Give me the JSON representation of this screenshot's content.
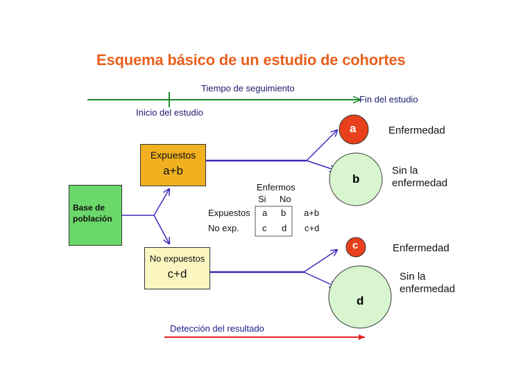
{
  "title": "Esquema básico de un estudio de cohortes",
  "timeline": {
    "label": "Tiempo de seguimiento",
    "start": "Inicio del estudio",
    "end": "Fin del estudio"
  },
  "exposed_box": {
    "title": "Expuestos",
    "count": "a+b"
  },
  "unexposed_box": {
    "title": "No expuestos",
    "count": "c+d"
  },
  "base_box": {
    "line1": "Base de",
    "line2": "población"
  },
  "table": {
    "header": "Enfermos",
    "col_yes": "Si",
    "col_no": "No",
    "row1_label": "Expuestos",
    "row1_a": "a",
    "row1_b": "b",
    "row1_total": "a+b",
    "row2_label": "No exp.",
    "row2_c": "c",
    "row2_d": "d",
    "row2_total": "c+d"
  },
  "circles": {
    "a": "a",
    "b": "b",
    "c": "c",
    "d": "d"
  },
  "outcomes": {
    "disease": "Enfermedad",
    "no_disease_line1": "Sin la",
    "no_disease_line2": "enfermedad"
  },
  "result_detection": "Detección del resultado",
  "colors": {
    "title": "#e8601c",
    "timeline": "#1a8a2a",
    "arrows": "#3a2ab8",
    "result_line": "#e02020",
    "exposed_box": "#f0b020",
    "unexposed_box": "#fbf6c0",
    "base_box": "#6bd86b",
    "circle_small": "#e8401c",
    "circle_large": "#d8f5d0"
  }
}
